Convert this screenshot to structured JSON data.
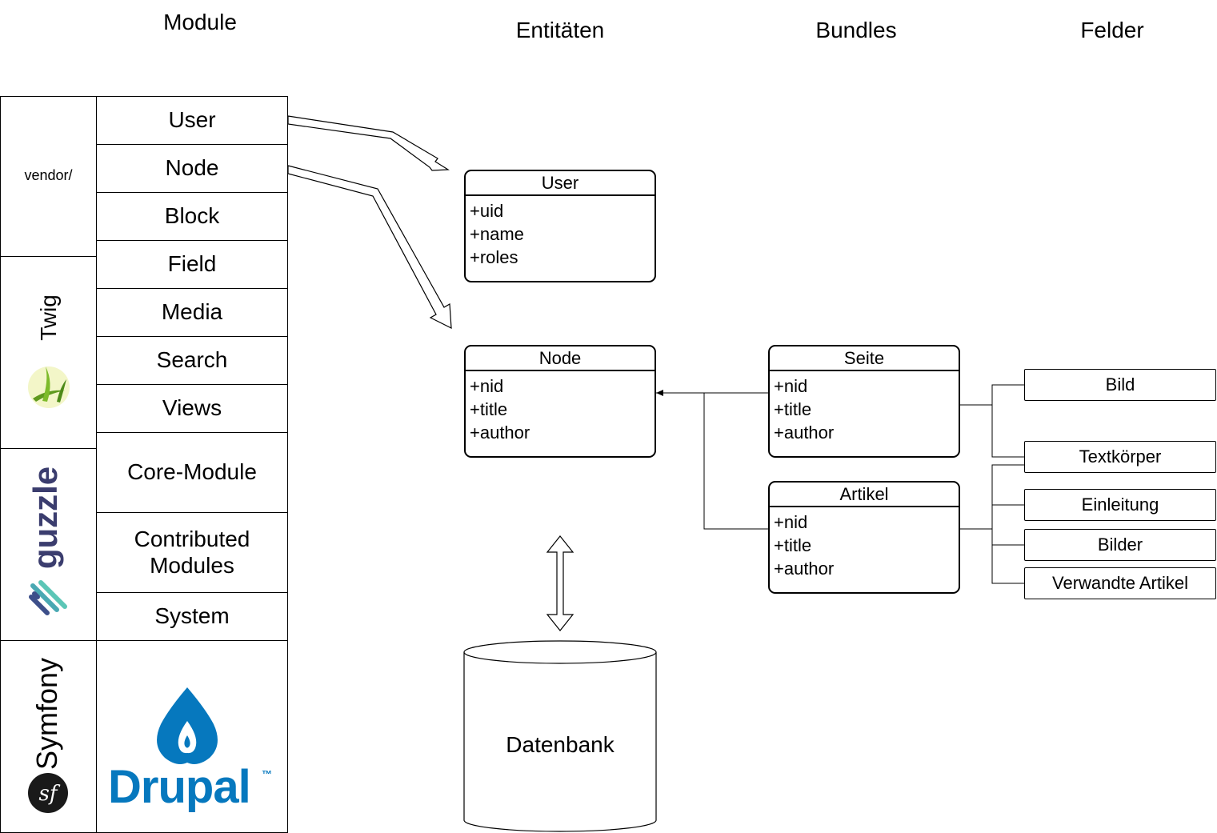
{
  "headers": {
    "modules": "Module",
    "entities": "Entitäten",
    "bundles": "Bundles",
    "fields": "Felder"
  },
  "modules": [
    "User",
    "Node",
    "Block",
    "Field",
    "Media",
    "Search",
    "Views",
    "Core-Module",
    "Contributed Modules",
    "System"
  ],
  "vendor": {
    "label": "vendor/",
    "twig": "Twig",
    "guzzle": "guzzle",
    "symfony": "Symfony"
  },
  "drupal": {
    "name": "Drupal",
    "tm": "™",
    "color": "#0678be"
  },
  "entities": {
    "user": {
      "title": "User",
      "fields": [
        "+uid",
        "+name",
        "+roles"
      ]
    },
    "node": {
      "title": "Node",
      "fields": [
        "+nid",
        "+title",
        "+author"
      ]
    }
  },
  "bundles": {
    "seite": {
      "title": "Seite",
      "fields": [
        "+nid",
        "+title",
        "+author"
      ]
    },
    "artikel": {
      "title": "Artikel",
      "fields": [
        "+nid",
        "+title",
        "+author"
      ]
    }
  },
  "fields": [
    "Bild",
    "Textkörper",
    "Einleitung",
    "Bilder",
    "Verwandte Artikel"
  ],
  "database": "Datenbank"
}
